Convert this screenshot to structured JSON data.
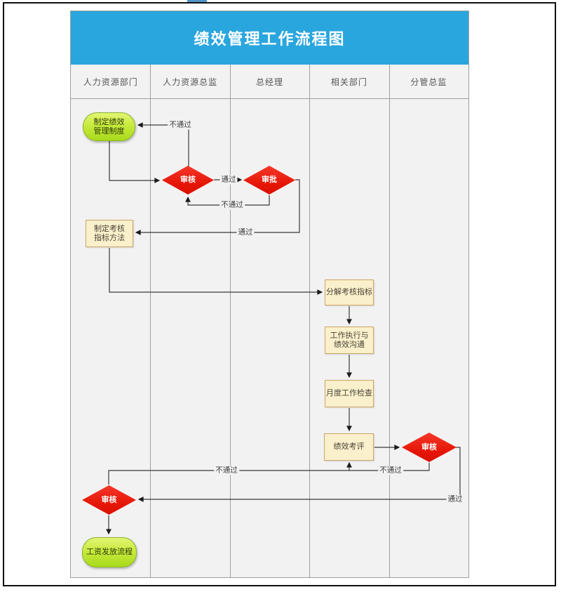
{
  "title": "绩效管理工作流程图",
  "lanes": [
    "人力资源部门",
    "人力资源总监",
    "总经理",
    "相关部门",
    "分管总监"
  ],
  "nodes": {
    "start": "制定绩效\n管理制度",
    "review_director": "审核",
    "approve_gm": "审批",
    "method": "制定考核\n指标方法",
    "decompose": "分解考核指标",
    "execute": "工作执行与\n绩效沟通",
    "monthly": "月度工作检查",
    "evaluation": "绩效考评",
    "review_supervisor": "审核",
    "review_hr": "审核",
    "end": "工资发放流程"
  },
  "edge_labels": {
    "review_director_fail": "不通过",
    "review_director_pass": "通过",
    "approve_gm_fail": "不通过",
    "approve_gm_pass": "通过",
    "review_supervisor_fail": "不通过",
    "review_hr_fail": "不通过",
    "review_supervisor_pass": "通过"
  },
  "colors": {
    "header_blue": "#2aa6de",
    "lane_background": "#f2f2f2",
    "grid_line": "#9e9e9e",
    "decision_red": "#e51506",
    "task_yellow": "#faf0cc",
    "terminal_green": "#b5e334",
    "connector": "#3a3a3a",
    "page_border": "#101010",
    "top_tab_blue": "#4e94c8"
  }
}
